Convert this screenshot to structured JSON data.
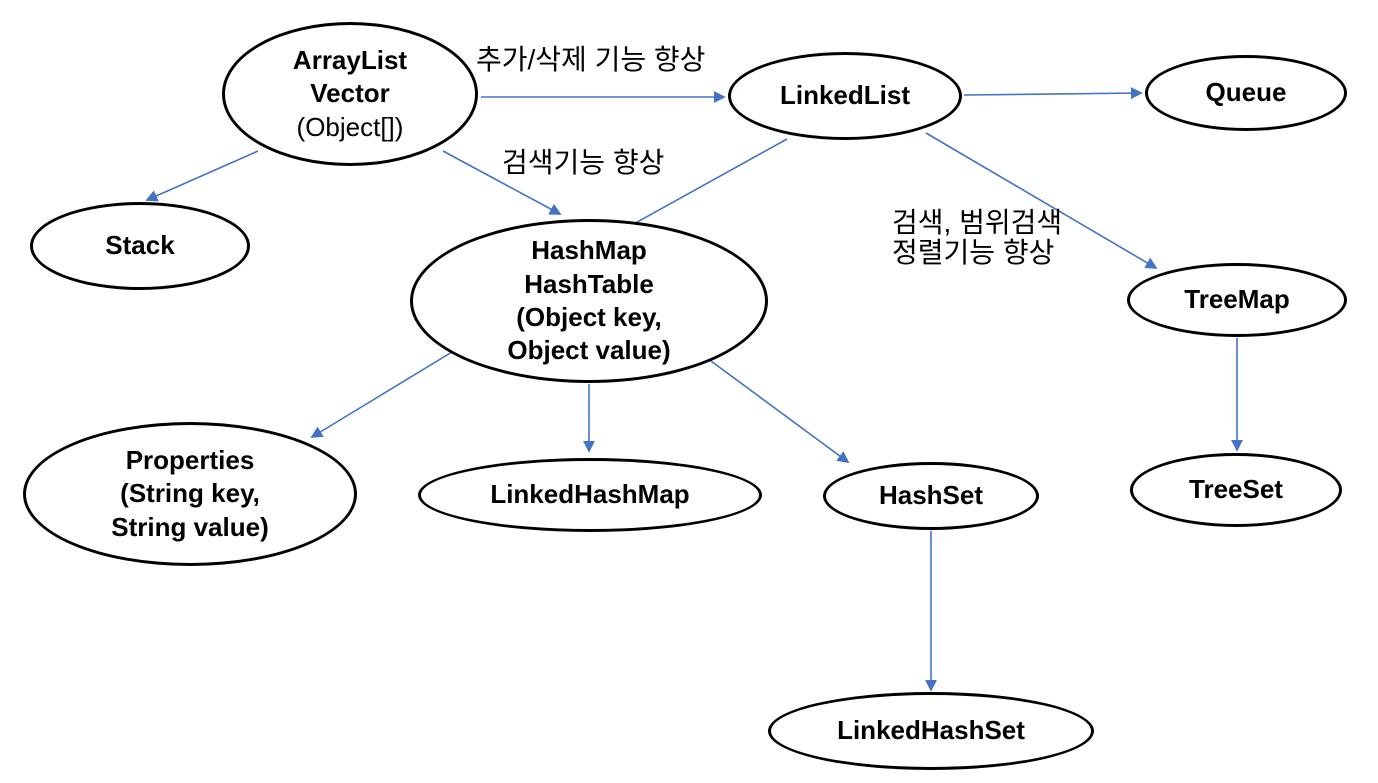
{
  "diagram": {
    "nodes": {
      "arraylist": {
        "lines": [
          "ArrayList",
          "Vector",
          "(Object[])"
        ]
      },
      "linkedlist": {
        "lines": [
          "LinkedList"
        ]
      },
      "queue": {
        "lines": [
          "Queue"
        ]
      },
      "stack": {
        "lines": [
          "Stack"
        ]
      },
      "hashmap": {
        "lines": [
          "HashMap",
          "HashTable",
          "(Object key,",
          "Object value)"
        ]
      },
      "treemap": {
        "lines": [
          "TreeMap"
        ]
      },
      "properties": {
        "lines": [
          "Properties",
          "(String key,",
          "String value)"
        ]
      },
      "linkedhashmap": {
        "lines": [
          "LinkedHashMap"
        ]
      },
      "hashset": {
        "lines": [
          "HashSet"
        ]
      },
      "treeset": {
        "lines": [
          "TreeSet"
        ]
      },
      "linkedhashset": {
        "lines": [
          "LinkedHashSet"
        ]
      }
    },
    "edge_labels": {
      "add_delete": "추가/삭제 기능 향상",
      "search": "검색기능 향상",
      "range_line1": "검색, 범위검색",
      "range_line2": "정렬기능 향상"
    },
    "colors": {
      "arrow": "#4472C4",
      "node_border": "#000000",
      "text": "#000000",
      "background": "#ffffff"
    }
  }
}
